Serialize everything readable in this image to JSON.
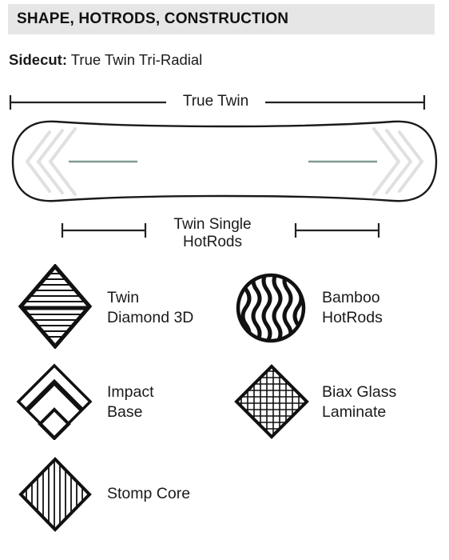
{
  "header": {
    "title": "SHAPE, HOTRODS, CONSTRUCTION"
  },
  "sidecut": {
    "label": "Sidecut:",
    "value": "True Twin Tri-Radial"
  },
  "diagram": {
    "shape_label": "True Twin",
    "hotrods_label_line1": "Twin Single",
    "hotrods_label_line2": "HotRods",
    "rod_color": "#7f9a94",
    "line_color": "#222222"
  },
  "legend": [
    {
      "line1": "Twin",
      "line2": "Diamond 3D",
      "icon": "diamond-horizontal-lines-icon"
    },
    {
      "line1": "Bamboo",
      "line2": "HotRods",
      "icon": "bamboo-circle-icon"
    },
    {
      "line1": "Impact",
      "line2": "Base",
      "icon": "chevron-diamond-icon"
    },
    {
      "line1": "Biax Glass",
      "line2": "Laminate",
      "icon": "crosshatch-diamond-icon"
    },
    {
      "line1": "Stomp Core",
      "line2": "",
      "icon": "diamond-vertical-lines-icon"
    }
  ]
}
